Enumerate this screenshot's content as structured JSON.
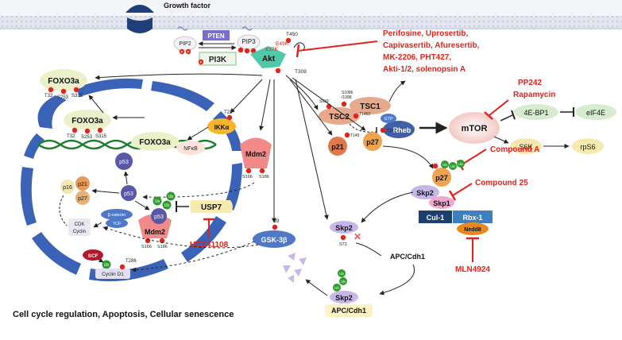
{
  "labels": {
    "growth_factor": "Growth factor",
    "pip2": "PIP2",
    "pten": "PTEN",
    "pip3": "PIP3",
    "pi3k": "PI3K",
    "akt": "Akt",
    "t450": "T450",
    "e49k": "E49K",
    "e17k": "E17K",
    "t308": "T308",
    "foxo3a": "FOXO3a",
    "t32": "T32",
    "s253": "S253",
    "s315": "S315",
    "ikka": "IKKα",
    "t23": "T23",
    "nfkb": "NFκB",
    "p53": "p53",
    "mdm2": "Mdm2",
    "s166": "S166",
    "s186": "S186",
    "usp7": "USP7",
    "ub": "Ub",
    "p16": "p16",
    "p21": "p21",
    "p27": "p27",
    "beta_catenin": "β-catenin",
    "tcf": "TCF",
    "cdk": "CDK",
    "cyclin": "Cyclin",
    "scf": "SCF",
    "cyclin_d1": "Cyclin D1",
    "t286": "T286",
    "gsk3b": "GSK-3β",
    "s9": "S9",
    "tsc1": "TSC1",
    "tsc2": "TSC2",
    "s939": "S939",
    "s1086": "S1086",
    "s1088": "/1088",
    "t1462": "T1462",
    "gtp": "GTP",
    "rheb": "Rheb",
    "mtor": "mTOR",
    "ebp1": "4E-BP1",
    "eif4e": "eIF4E",
    "s6k": "S6K",
    "rps6": "rpS6",
    "t145": "T145",
    "t157": "T157",
    "skp2": "Skp2",
    "skp1": "Skp1",
    "cul1": "Cul-1",
    "rbx1": "Rbx-1",
    "nedd8": "Nedd8",
    "s72": "S72",
    "apc_cdh1": "APC/Cdh1",
    "p_mark": "P",
    "bottom_caption": "Cell cycle regulation, Apoptosis, Cellular senescence"
  },
  "inhibitors": {
    "akt_drugs": [
      "Perifosine, Uprosertib,",
      "Capivasertib, Afuresertib,",
      "MK-2206, PHT427,",
      "Akti-1/2, solenopsin A"
    ],
    "mtor_drugs": [
      "PP242",
      "Rapamycin"
    ],
    "compound_a": "Compound A",
    "compound_25": "Compound 25",
    "hbx": "HBX41108",
    "mln": "MLN4924"
  },
  "colors": {
    "membrane": "#dfe3ee",
    "nucleus": "#3a63b8",
    "inhibitor_red": "#e32219",
    "akt_green": "#4fc9a8",
    "ub_green": "#2e9b2e"
  }
}
